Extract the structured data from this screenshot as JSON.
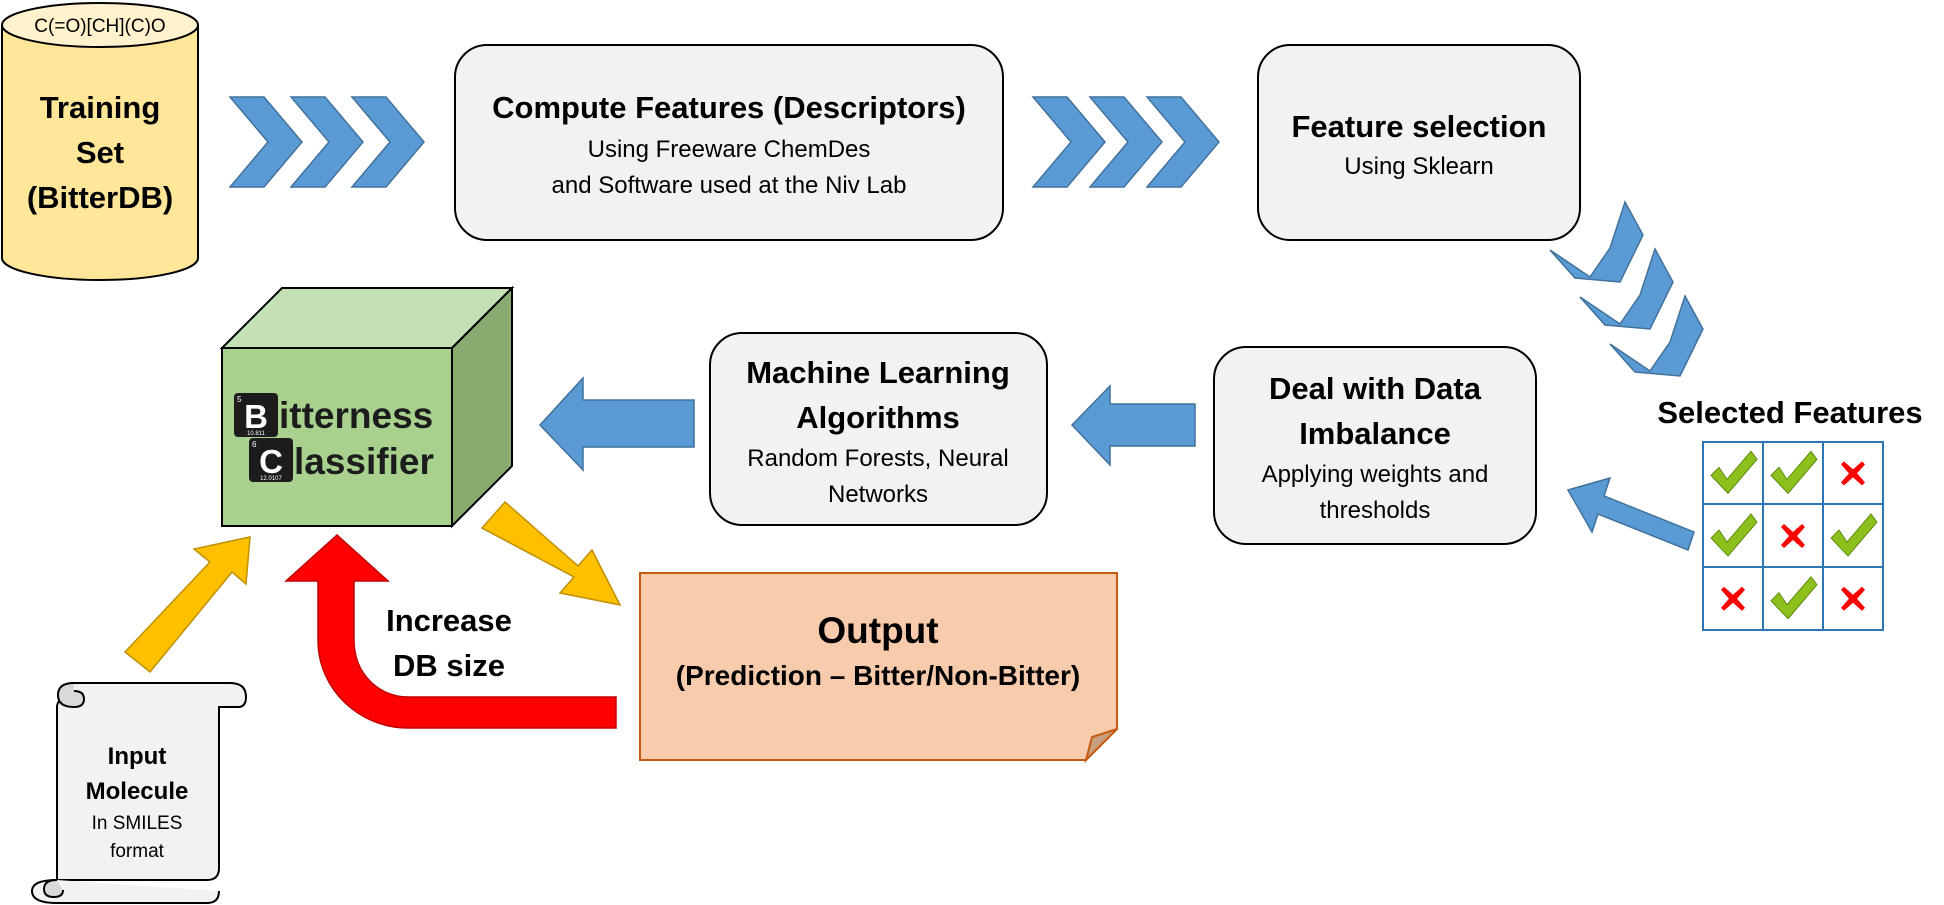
{
  "training_set": {
    "smiles": "C(=O)[CH](C)O",
    "lines": [
      "Training",
      "Set",
      "(BitterDB)"
    ]
  },
  "compute_features": {
    "title": "Compute Features (Descriptors)",
    "lines": [
      "Using Freeware ChemDes",
      "and Software used at the Niv Lab"
    ]
  },
  "feature_selection": {
    "title": "Feature selection",
    "subtitle": "Using Sklearn"
  },
  "selected_features": {
    "label": "Selected Features",
    "grid": [
      [
        "check",
        "check",
        "cross"
      ],
      [
        "check",
        "cross",
        "check"
      ],
      [
        "cross",
        "check",
        "cross"
      ]
    ]
  },
  "data_imbalance": {
    "title_lines": [
      "Deal with Data",
      "Imbalance"
    ],
    "lines": [
      "Applying weights and",
      "thresholds"
    ]
  },
  "ml_algorithms": {
    "title_lines": [
      "Machine Learning",
      "Algorithms"
    ],
    "lines": [
      "Random Forests, Neural",
      "Networks"
    ]
  },
  "classifier": {
    "line1_symbol": "B",
    "line1_rest": "itterness",
    "line1_number": "5",
    "line1_mass": "10.811",
    "line2_symbol": "C",
    "line2_rest": "lassifier",
    "line2_number": "6",
    "line2_mass": "12.0107"
  },
  "output": {
    "title": "Output",
    "subtitle": "(Prediction – Bitter/Non-Bitter)"
  },
  "input_molecule": {
    "title_lines": [
      "Input",
      "Molecule"
    ],
    "lines": [
      "In SMILES",
      "format"
    ]
  },
  "feedback": {
    "lines": [
      "Increase",
      "DB size"
    ]
  },
  "colors": {
    "chevron": "#5b9bd5",
    "box_fill": "#f2f2f2",
    "db_fill": "#ffe699",
    "cube_front": "#a9d18e",
    "cube_top": "#c5e0b4",
    "cube_side": "#87aa6e",
    "yellow_arrow": "#ffc000",
    "red_arrow": "#ff0000",
    "output_fill": "#f8cbad",
    "grid_border": "#2e75b6",
    "check": "#8cc01c",
    "cross": "#ff0000"
  }
}
